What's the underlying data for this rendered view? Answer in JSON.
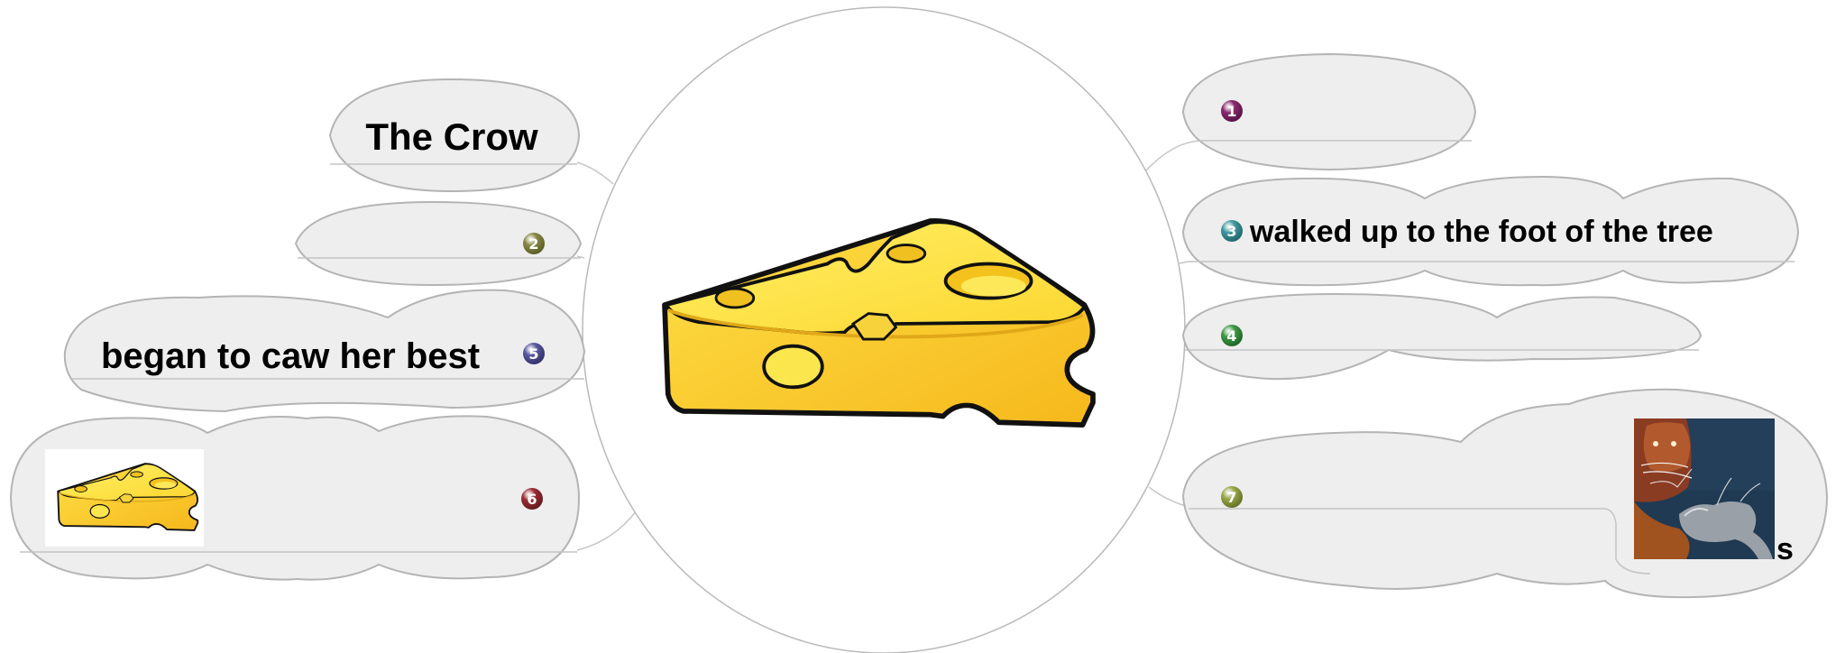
{
  "central": {
    "image": "cheese-wedge",
    "colors": {
      "cheese": "#fcd630",
      "cheese_top": "#fde85a",
      "outline": "#111111",
      "hole": "#f5c21c"
    }
  },
  "nodes": [
    {
      "id": "the-crow",
      "text": "The Crow",
      "badge": ""
    },
    {
      "id": "node-2",
      "text": "",
      "badge": "2",
      "badge_color": "#8a8a46"
    },
    {
      "id": "node-5",
      "text": "began to caw her best",
      "badge": "5",
      "badge_color": "#5a5aa0"
    },
    {
      "id": "node-6",
      "text": "",
      "badge": "6",
      "badge_color": "#9c2e34",
      "image": "cheese-wedge"
    },
    {
      "id": "node-1",
      "text": "",
      "badge": "1",
      "badge_color": "#8a2a6e"
    },
    {
      "id": "node-3",
      "text": "walked up to the foot of the tree",
      "badge": "3",
      "badge_color": "#3f9aa0"
    },
    {
      "id": "node-4",
      "text": "",
      "badge": "4",
      "badge_color": "#3f9a46"
    },
    {
      "id": "node-7",
      "text": "s",
      "badge": "7",
      "badge_color": "#9aa84a",
      "image": "cartoon-lion-and-mouse"
    }
  ]
}
